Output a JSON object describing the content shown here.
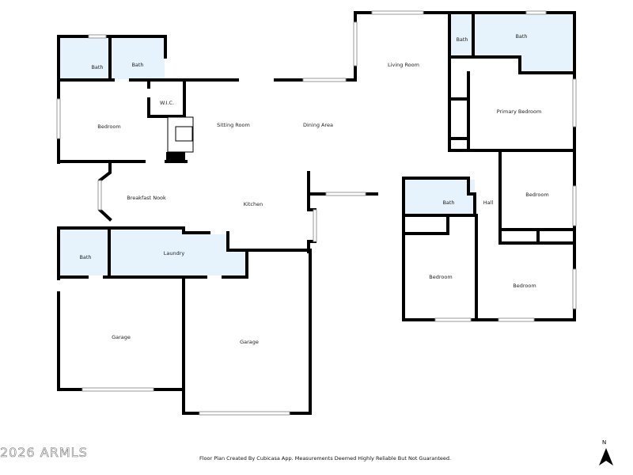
{
  "rooms": {
    "bath_top_left_1": "Bath",
    "bath_top_left_2": "Bath",
    "wic": "W.I.C.",
    "bedroom_left": "Bedroom",
    "sitting_room": "Sitting Room",
    "dining_area": "Dining Area",
    "living_room": "Living Room",
    "bath_primary_small": "Bath",
    "bath_primary": "Bath",
    "primary_bedroom": "Primary Bedroom",
    "breakfast_nook": "Breakfast Nook",
    "kitchen": "Kitchen",
    "bath_hall": "Bath",
    "hall": "Hall",
    "bedroom_right_mid": "Bedroom",
    "bedroom_bottom_left": "Bedroom",
    "bedroom_bottom_right": "Bedroom",
    "bath_laundry": "Bath",
    "laundry": "Laundry",
    "garage_left": "Garage",
    "garage_right": "Garage"
  },
  "footer": {
    "disclaimer": "Floor Plan Created By Cubicasa App. Measurements Deemed Highly Reliable But Not Guaranteed.",
    "watermark": "2026 ARMLS",
    "north_label": "N"
  },
  "colors": {
    "wet_room_fill": "#e6f3fc",
    "wall": "#000000"
  }
}
